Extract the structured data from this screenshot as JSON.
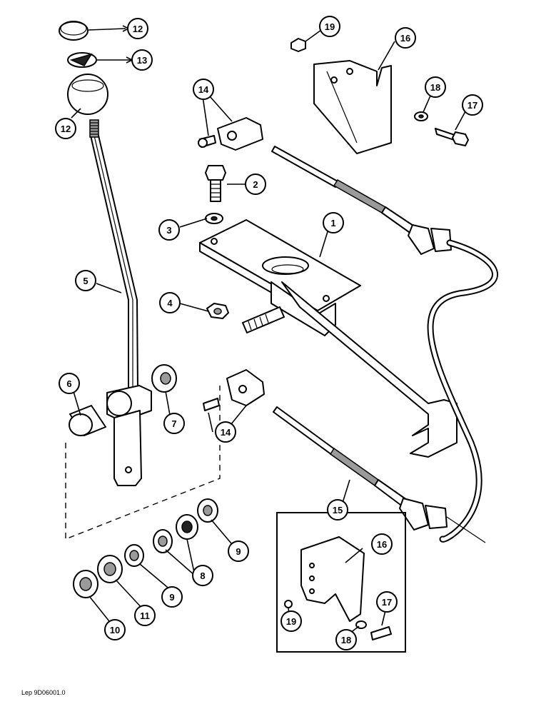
{
  "diagram": {
    "caption": "Lep 9D06001.0",
    "callouts": [
      {
        "id": "c1",
        "label": "1"
      },
      {
        "id": "c2",
        "label": "2"
      },
      {
        "id": "c3",
        "label": "3"
      },
      {
        "id": "c4",
        "label": "4"
      },
      {
        "id": "c5",
        "label": "5"
      },
      {
        "id": "c6",
        "label": "6"
      },
      {
        "id": "c7",
        "label": "7"
      },
      {
        "id": "c8",
        "label": "8"
      },
      {
        "id": "c9a",
        "label": "9"
      },
      {
        "id": "c9b",
        "label": "9"
      },
      {
        "id": "c10",
        "label": "10"
      },
      {
        "id": "c11",
        "label": "11"
      },
      {
        "id": "c12a",
        "label": "12"
      },
      {
        "id": "c12b",
        "label": "12"
      },
      {
        "id": "c13",
        "label": "13"
      },
      {
        "id": "c14a",
        "label": "14"
      },
      {
        "id": "c14b",
        "label": "14"
      },
      {
        "id": "c15",
        "label": "15"
      },
      {
        "id": "c16a",
        "label": "16"
      },
      {
        "id": "c16b",
        "label": "16"
      },
      {
        "id": "c17a",
        "label": "17"
      },
      {
        "id": "c17b",
        "label": "17"
      },
      {
        "id": "c18a",
        "label": "18"
      },
      {
        "id": "c18b",
        "label": "18"
      },
      {
        "id": "c19a",
        "label": "19"
      },
      {
        "id": "c19b",
        "label": "19"
      }
    ]
  }
}
